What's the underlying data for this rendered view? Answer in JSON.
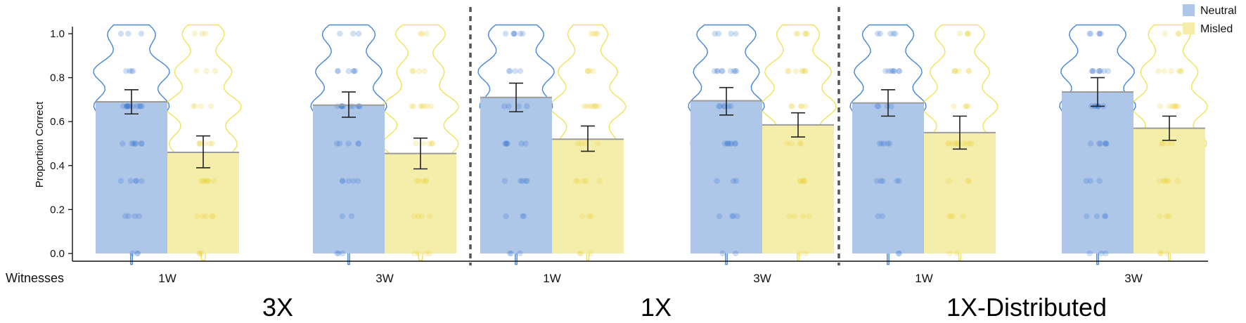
{
  "chart_data": {
    "type": "bar",
    "subtype": "grouped bar with violin and jittered points",
    "ylabel": "Proportion Correct",
    "xlabel": "Witnesses",
    "ylim": [
      0,
      1
    ],
    "yticks": [
      "0.0",
      "0.2",
      "0.4",
      "0.6",
      "0.8",
      "1.0"
    ],
    "grid": false,
    "legend": {
      "placement": "top-right",
      "entries": [
        {
          "label": "Neutral",
          "color": "#aec6e8"
        },
        {
          "label": "Misled",
          "color": "#f5eeab"
        }
      ]
    },
    "colors": {
      "neutral_fill": "#aec6e8",
      "neutral_line": "#3a7fd5",
      "neutral_point": "#2f6fcf",
      "misled_fill": "#f5eeab",
      "misled_line": "#f0e050",
      "misled_point": "#e6cf2a",
      "mean_line": "#9b9b9b",
      "divider": "#555555"
    },
    "panels": [
      {
        "label": "3X",
        "groups": [
          {
            "category": "1W",
            "neutral": {
              "mean": 0.69,
              "ci": [
                0.635,
                0.745
              ]
            },
            "misled": {
              "mean": 0.46,
              "ci": [
                0.39,
                0.535
              ]
            }
          },
          {
            "category": "3W",
            "neutral": {
              "mean": 0.675,
              "ci": [
                0.62,
                0.735
              ]
            },
            "misled": {
              "mean": 0.455,
              "ci": [
                0.385,
                0.525
              ]
            }
          }
        ]
      },
      {
        "label": "1X",
        "groups": [
          {
            "category": "1W",
            "neutral": {
              "mean": 0.71,
              "ci": [
                0.645,
                0.775
              ]
            },
            "misled": {
              "mean": 0.52,
              "ci": [
                0.465,
                0.58
              ]
            }
          },
          {
            "category": "3W",
            "neutral": {
              "mean": 0.695,
              "ci": [
                0.63,
                0.755
              ]
            },
            "misled": {
              "mean": 0.585,
              "ci": [
                0.53,
                0.64
              ]
            }
          }
        ]
      },
      {
        "label": "1X-Distributed",
        "groups": [
          {
            "category": "1W",
            "neutral": {
              "mean": 0.685,
              "ci": [
                0.625,
                0.745
              ]
            },
            "misled": {
              "mean": 0.55,
              "ci": [
                0.475,
                0.625
              ]
            }
          },
          {
            "category": "3W",
            "neutral": {
              "mean": 0.735,
              "ci": [
                0.67,
                0.8
              ]
            },
            "misled": {
              "mean": 0.57,
              "ci": [
                0.515,
                0.625
              ]
            }
          }
        ]
      }
    ]
  }
}
